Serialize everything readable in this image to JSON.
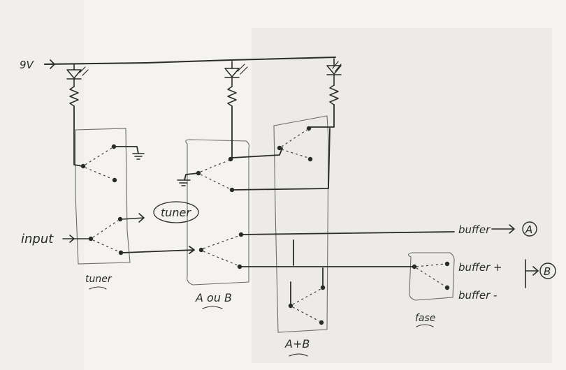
{
  "labels": {
    "supply": "9V",
    "input": "input",
    "tuner_out": "tuner",
    "tuner_box": "tuner",
    "aoub_box": "A ou B",
    "apb_box": "A+B",
    "fase_box": "fase",
    "buffer_a": "buffer",
    "out_a": "A",
    "buffer_plus": "buffer +",
    "buffer_minus": "buffer -",
    "out_b": "B"
  },
  "colors": {
    "ink": "#2b2b2b",
    "paper": "#f4f3f0",
    "pencil": "#6b6b6b"
  },
  "icons": {
    "led": "led-icon",
    "resistor": "resistor-icon",
    "ground": "ground-icon",
    "arrow": "arrow-icon"
  }
}
